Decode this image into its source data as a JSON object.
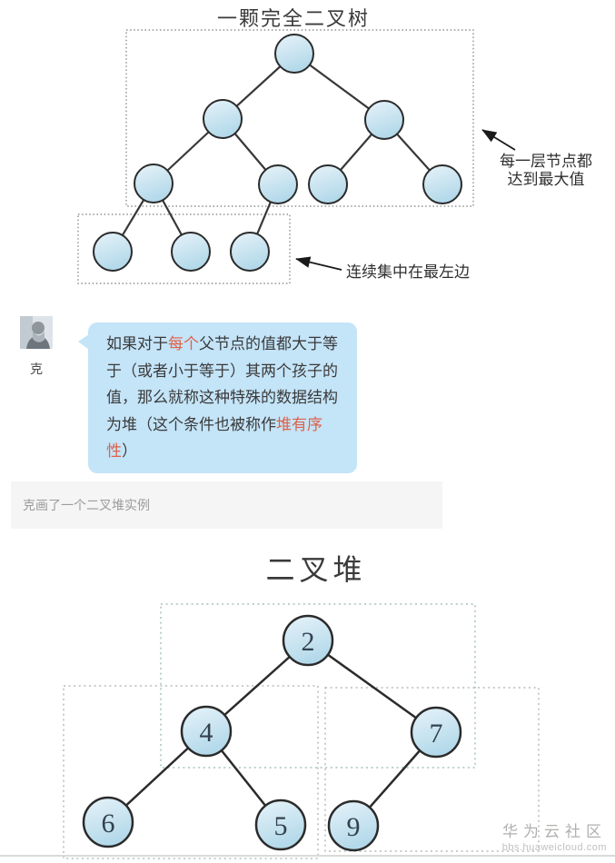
{
  "top_diagram": {
    "title": "一颗完全二叉树",
    "annotation_right_line1": "每一层节点都",
    "annotation_right_line2": "达到最大值",
    "annotation_bottom": "连续集中在最左边",
    "node_count": 10,
    "levels_node_counts": [
      1,
      2,
      4,
      3
    ],
    "node_fill_light": "#e7f3f9",
    "node_fill_dark": "#b3d9ea"
  },
  "chat": {
    "avatar_label": "克",
    "bubble": {
      "bg_color": "#c4e4f8",
      "red_color": "#e0604a",
      "full_text": "如果对于每个父节点的值都大于等于（或者小于等于）其两个孩子的值，那么就称这种特殊的数据结构为堆（这个条件也被称作堆有序性）",
      "lines": [
        {
          "parts": [
            {
              "t": "如果对于",
              "red": false
            },
            {
              "t": "每个",
              "red": true
            },
            {
              "t": "父节点的值都大于等",
              "red": false
            }
          ]
        },
        {
          "parts": [
            {
              "t": "于（或者小于等于）其两个孩子的",
              "red": false
            }
          ]
        },
        {
          "parts": [
            {
              "t": "值，那么就称这种特殊的数据结构",
              "red": false
            }
          ]
        },
        {
          "parts": [
            {
              "t": "为堆（这个条件也被称作",
              "red": false
            },
            {
              "t": "堆有序",
              "red": true
            }
          ]
        },
        {
          "parts": [
            {
              "t": "性",
              "red": true
            },
            {
              "t": "）",
              "red": false
            }
          ]
        }
      ]
    }
  },
  "section_bar": {
    "text": "克画了一个二叉堆实例"
  },
  "bottom_diagram": {
    "title": "二叉堆",
    "values": [
      "2",
      "4",
      "7",
      "6",
      "5",
      "9"
    ],
    "structure": {
      "2": [
        "4",
        "7"
      ],
      "4": [
        "6",
        "5"
      ],
      "7": [
        "9"
      ]
    }
  },
  "watermark": {
    "line1": "华为云社区",
    "line2": "bbs.huaweicloud.com"
  }
}
